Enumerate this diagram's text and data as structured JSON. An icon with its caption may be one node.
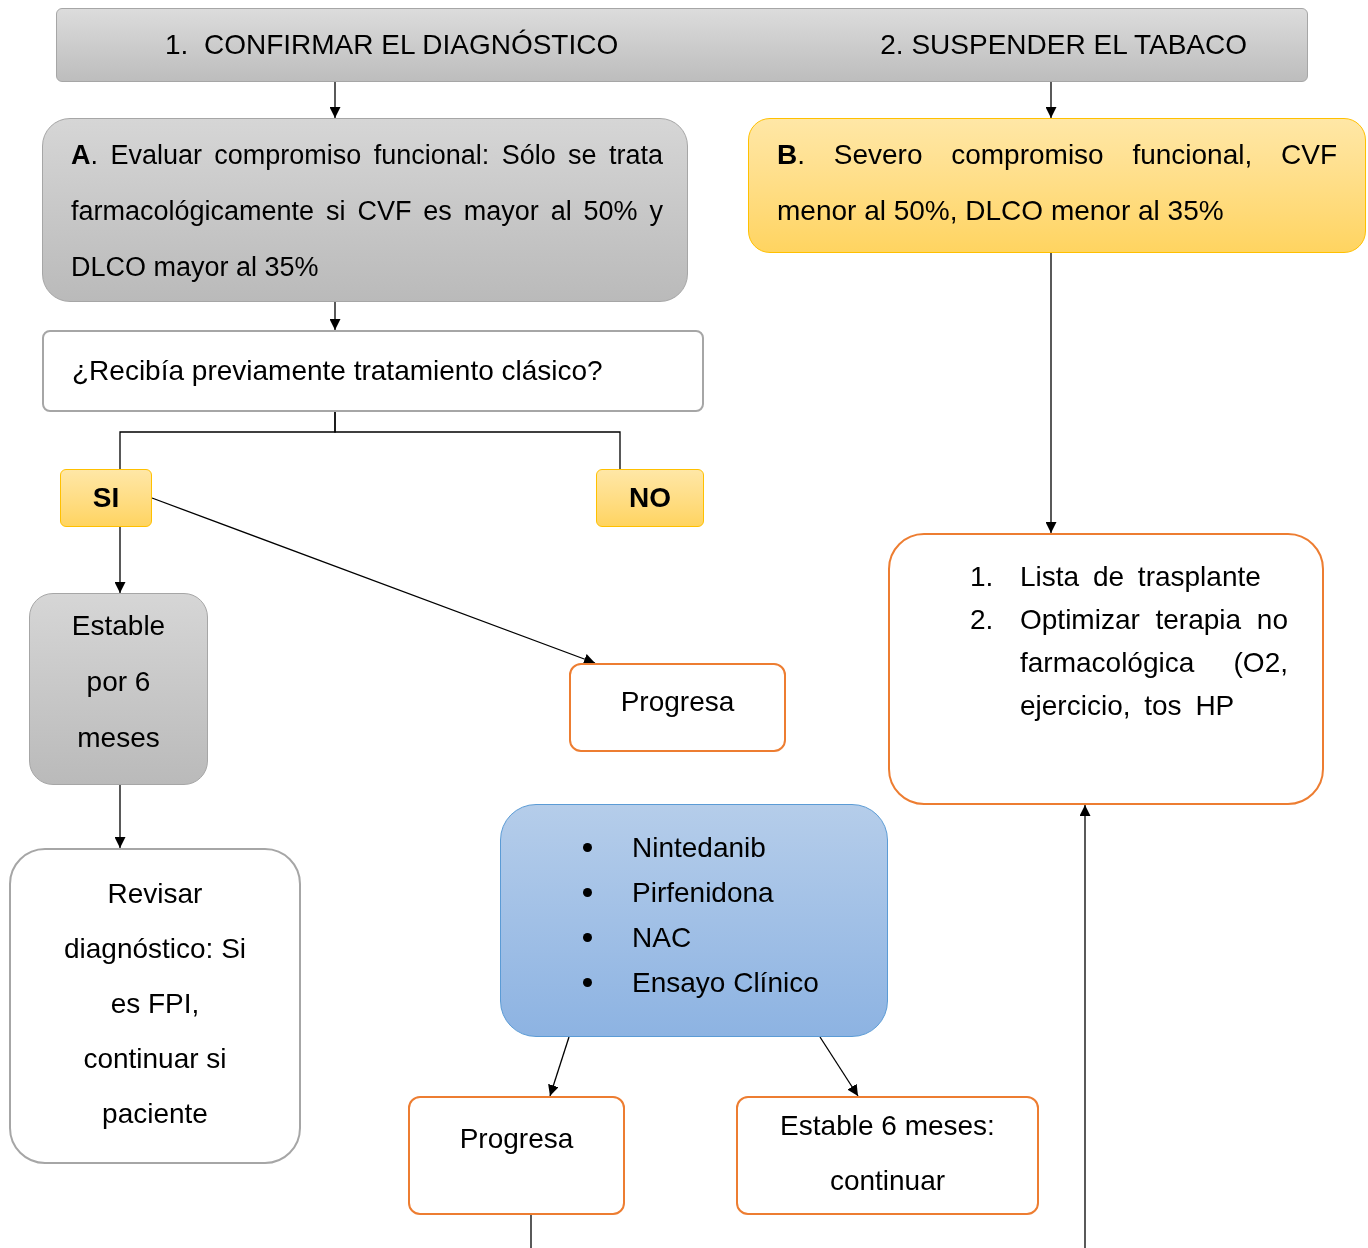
{
  "diagram": {
    "nodes": [
      {
        "text": [
          "1.  CONFIRMAR EL DIAGNÓSTICO",
          "2. SUSPENDER EL TABACO"
        ]
      },
      {
        "text": [
          "**A**. Evaluar compromiso funcional: Sólo se trata farmacológicamente si CVF es mayor al 50% y DLCO mayor al 35%"
        ]
      },
      {
        "text": [
          "**B**. Severo compromiso funcional, CVF menor al 50%, DLCO menor al 35%"
        ]
      },
      {
        "text": [
          "¿Recibía previamente tratamiento clásico?"
        ]
      },
      {
        "text": [
          "SI"
        ]
      },
      {
        "text": [
          "NO"
        ]
      },
      {
        "text": [
          "Estable por 6 meses"
        ]
      },
      {
        "text": [
          "Progresa"
        ]
      },
      {
        "text": [
          "1. Lista de trasplante",
          "2. Optimizar terapia no farmacológica (O2, ejercicio, tos HP"
        ]
      },
      {
        "text": [
          "Revisar diagnóstico: Si es FPI, continuar si paciente"
        ]
      },
      {
        "text": [
          "Nintedanib",
          "Pirfenidona",
          "NAC",
          "Ensayo Clínico"
        ]
      },
      {
        "text": [
          "Progresa"
        ]
      },
      {
        "text": [
          "Estable 6 meses: continuar"
        ]
      }
    ],
    "edges": [
      {
        "from": 0,
        "to": 1,
        "arrow": "to"
      },
      {
        "from": 0,
        "to": 2,
        "arrow": "to"
      },
      {
        "from": 1,
        "to": 3,
        "arrow": "to"
      },
      {
        "from": 3,
        "to": 4,
        "arrow": "none"
      },
      {
        "from": 3,
        "to": 5,
        "arrow": "none"
      },
      {
        "from": 4,
        "to": 6,
        "arrow": "to"
      },
      {
        "from": 4,
        "to": 7,
        "arrow": "to"
      },
      {
        "from": 2,
        "to": 8,
        "arrow": "to"
      },
      {
        "from": 6,
        "to": 9,
        "arrow": "to"
      },
      {
        "from": 10,
        "to": 11,
        "arrow": "to"
      },
      {
        "from": 10,
        "to": 12,
        "arrow": "to"
      },
      {
        "from": 11,
        "to": null,
        "arrow": "none"
      },
      {
        "from": null,
        "to": 8,
        "arrow": "to"
      }
    ]
  }
}
